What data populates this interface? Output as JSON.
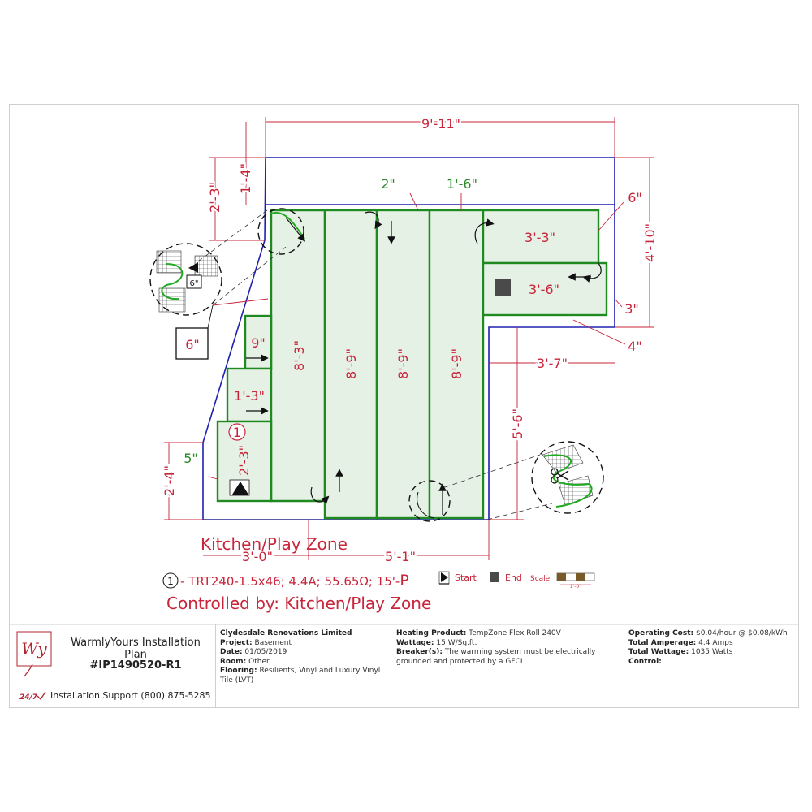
{
  "dimensions": {
    "top_width": "9'-11\"",
    "left_upper": "2'-3\"",
    "left_strip": "1'-4\"",
    "gap_2in": "2\"",
    "strip_1_6": "1'-6\"",
    "right_6in": "6\"",
    "right_height": "4'-10\"",
    "right_3in": "3\"",
    "right_4in": "4\"",
    "lower_right_width": "3'-7\"",
    "lower_right_height": "5'-6\"",
    "bottom_left_width": "3'-0\"",
    "bottom_mid_width": "5'-1\"",
    "left_lower": "2'-4\"",
    "left_5in": "5\"",
    "boxed_6in": "6\"",
    "detail_6in": "6\""
  },
  "runs": {
    "r1": "8'-3\"",
    "r2": "8'-9\"",
    "r3": "8'-9\"",
    "r4": "8'-9\"",
    "r5": "3'-3\"",
    "r6": "3'-6\"",
    "small_9": "9\"",
    "small_1_3": "1'-3\"",
    "small_2_3": "2'-3\""
  },
  "zone_label": "Kitchen/Play Zone",
  "legend": {
    "circle_number": "1",
    "spec": " - TRT240-1.5x46; 4.4A; 55.65Ω; 15'-",
    "spec_suffix": "P",
    "start": "Start",
    "end": "End",
    "scale": "Scale",
    "scale_value": "1'-0\""
  },
  "controlled_by": "Controlled by: Kitchen/Play Zone",
  "colors": {
    "wall": "#2020b0",
    "mat_fill": "#e6f1e6",
    "mat_stroke": "#1f8a1f",
    "dimension": "#c8243a"
  },
  "title_block": {
    "logo": "Wy",
    "company_title": "WarmlyYours Installation Plan",
    "plan_id": "#IP1490520-R1",
    "support_badge": "24/7",
    "support": "Installation Support (800) 875-5285",
    "col1": [
      {
        "label": "",
        "value": "Clydesdale Renovations Limited"
      },
      {
        "label": "Project:",
        "value": " Basement"
      },
      {
        "label": "Date:",
        "value": " 01/05/2019"
      },
      {
        "label": "Room:",
        "value": " Other"
      },
      {
        "label": "Flooring:",
        "value": " Resilients, Vinyl and Luxury Vinyl Tile (LVT)"
      }
    ],
    "col2": [
      {
        "label": "Heating Product:",
        "value": " TempZone Flex Roll 240V"
      },
      {
        "label": "Wattage:",
        "value": " 15 W/Sq.ft."
      },
      {
        "label": "Breaker(s):",
        "value": " The warming system must be electrically grounded and protected by a GFCI"
      }
    ],
    "col3": [
      {
        "label": "Operating Cost:",
        "value": " $0.04/hour @ $0.08/kWh"
      },
      {
        "label": "Total Amperage:",
        "value": " 4.4 Amps"
      },
      {
        "label": "Total Wattage:",
        "value": " 1035 Watts"
      },
      {
        "label": "Control:",
        "value": ""
      }
    ]
  }
}
